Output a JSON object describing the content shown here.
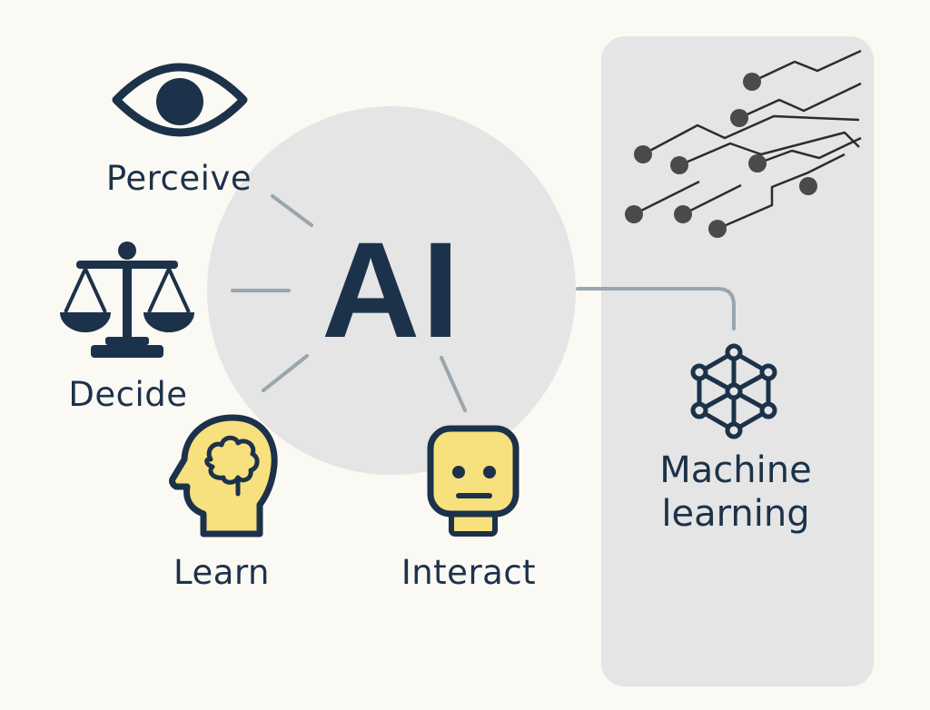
{
  "center": {
    "label": "AI"
  },
  "capabilities": [
    {
      "id": "perceive",
      "label": "Perceive",
      "icon": "eye-icon"
    },
    {
      "id": "decide",
      "label": "Decide",
      "icon": "scales-icon"
    },
    {
      "id": "learn",
      "label": "Learn",
      "icon": "head-brain-icon"
    },
    {
      "id": "interact",
      "label": "Interact",
      "icon": "robot-face-icon"
    }
  ],
  "side_panel": {
    "label_line1": "Machine",
    "label_line2": "learning",
    "icon": "network-hexagon-icon",
    "illustration": "circuit-traces-icon"
  },
  "colors": {
    "background": "#fbf9f3",
    "panel": "#e4e5e4",
    "ink": "#1c324a",
    "accent_yellow": "#f7e07e",
    "connector": "#9aa6ae",
    "circuit_node": "#4a4a4a"
  }
}
